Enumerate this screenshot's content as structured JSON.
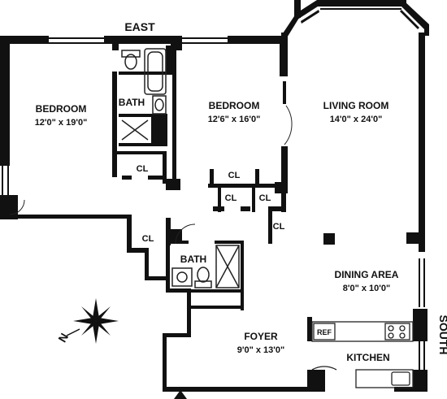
{
  "compass": {
    "east": "EAST",
    "south": "SOUTH",
    "north": "N"
  },
  "rooms": {
    "bedroom1": {
      "name": "BEDROOM",
      "dims": "12'0\" x 19'0\""
    },
    "bedroom2": {
      "name": "BEDROOM",
      "dims": "12'6\" x 16'0\""
    },
    "living": {
      "name": "LIVING ROOM",
      "dims": "14'0\" x 24'0\""
    },
    "dining": {
      "name": "DINING AREA",
      "dims": "8'0\" x 10'0\""
    },
    "foyer": {
      "name": "FOYER",
      "dims": "9'0\" x 13'0\""
    },
    "kitchen": {
      "name": "KITCHEN"
    },
    "bath1": {
      "name": "BATH"
    },
    "bath2": {
      "name": "BATH"
    }
  },
  "closets": {
    "cl1": "CL",
    "cl2": "CL",
    "cl3": "CL",
    "cl4": "CL",
    "cl5": "CL",
    "cl6": "CL"
  },
  "appliances": {
    "ref": "REF"
  },
  "colors": {
    "wall": "#111111",
    "background": "#ffffff",
    "fixture": "#222222"
  }
}
